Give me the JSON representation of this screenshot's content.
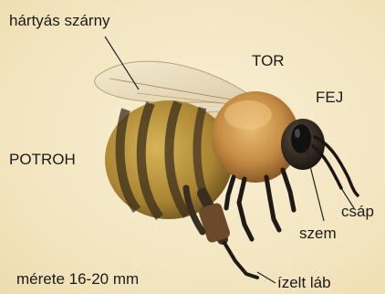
{
  "labels": {
    "wing": "hártyás szárny",
    "thorax": "TOR",
    "head": "FEJ",
    "abdomen": "POTROH",
    "antenna": "csáp",
    "eye": "szem",
    "size": "mérete 16-20 mm",
    "leg": "ízelt láb"
  },
  "colors": {
    "background": "#f5eac8",
    "label_text": "#1a1a1a",
    "leader_line": "#222222",
    "abdomen_yellow": "#c8a23c",
    "abdomen_dark": "#3a2e1c",
    "thorax_fur": "#d9a45a",
    "head_dark": "#2a2420",
    "wing": "#e9dcc0"
  }
}
